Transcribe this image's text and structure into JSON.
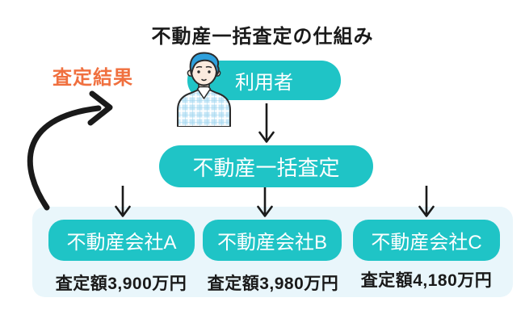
{
  "title": "不動産一括査定の仕組み",
  "annotations": {
    "result_label": "査定結果"
  },
  "flow": {
    "user": {
      "label": "利用者"
    },
    "service": {
      "label": "不動産一括査定"
    },
    "companies": [
      {
        "label": "不動産会社A",
        "price": "査定額3,900万円"
      },
      {
        "label": "不動産会社B",
        "price": "査定額3,980万円"
      },
      {
        "label": "不動産会社C",
        "price": "査定額4,180万円"
      }
    ]
  },
  "icons": {
    "person": "user-person-illustration",
    "curved_arrow": "result-feedback-curved-arrow",
    "down_arrow": "flow-down-arrow"
  },
  "colors": {
    "teal": "#1FC4C6",
    "panel": "#E9F6FB",
    "orange": "#F0703F",
    "ink": "#1A1A1A"
  }
}
